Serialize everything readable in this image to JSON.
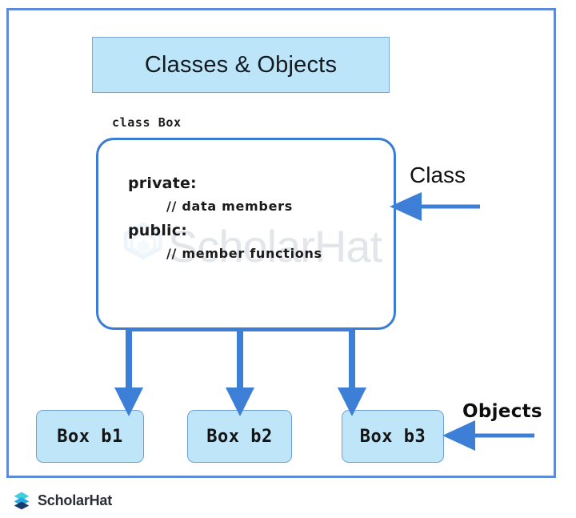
{
  "diagram": {
    "title": "Classes & Objects",
    "class_label": "class Box",
    "class_body": {
      "lines": [
        {
          "text": "private:",
          "kind": "access"
        },
        {
          "text": "// data members",
          "kind": "comment"
        },
        {
          "text": "public:",
          "kind": "access"
        },
        {
          "text": "// member functions",
          "kind": "comment"
        }
      ]
    },
    "annotations": {
      "class": "Class",
      "objects": "Objects"
    },
    "objects": [
      {
        "label": "Box b1"
      },
      {
        "label": "Box b2"
      },
      {
        "label": "Box b3"
      }
    ],
    "watermark": {
      "text": "ScholarHat",
      "icon": "scholarhat-hexagon-icon"
    }
  },
  "footer": {
    "brand": "ScholarHat",
    "icon": "scholarhat-hexagon-icon"
  },
  "colors": {
    "frame_border": "#5f8ad8",
    "title_fill": "#bce5f9",
    "title_border": "#7aa5d8",
    "class_border": "#3a7bd5",
    "object_fill": "#bfe6f8",
    "object_border": "#6f9fd6",
    "arrow": "#3d7fd6",
    "watermark_text": "#e2e5e9",
    "text": "#141414"
  }
}
